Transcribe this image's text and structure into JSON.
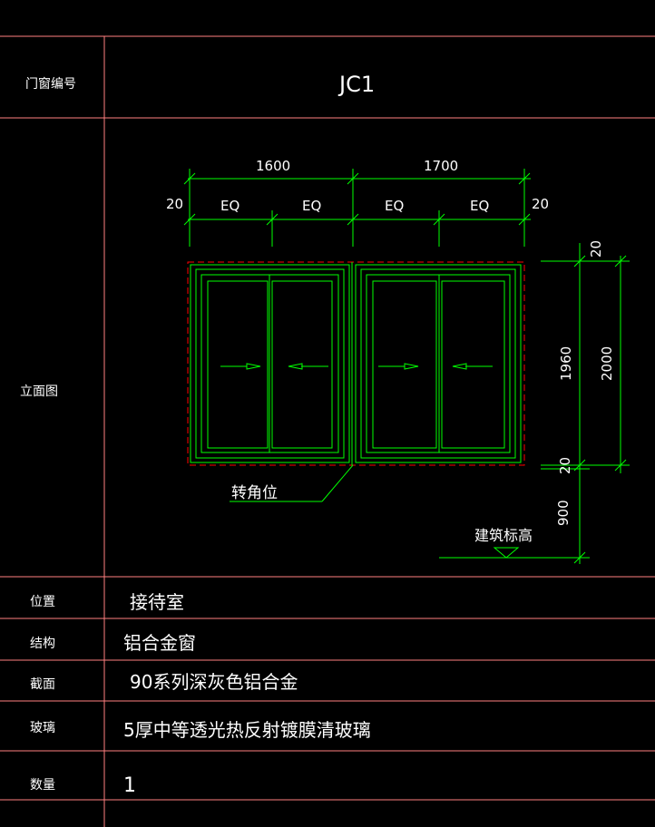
{
  "colors": {
    "background": "#000000",
    "table_lines": "#ff7f7f",
    "frame_lines": "#00ff00",
    "label_text": "#ffffff",
    "outline_dash": "#ff0000"
  },
  "table": {
    "door_window_no_label": "门窗编号",
    "door_window_no_value": "JC1",
    "elevation_label": "立面图",
    "location_label": "位置",
    "location_value": "接待室",
    "structure_label": "结构",
    "structure_value": "铝合金窗",
    "section_label": "截面",
    "section_value": "90系列深灰色铝合金",
    "glass_label": "玻璃",
    "glass_value": "5厚中等透光热反射镀膜清玻璃",
    "quantity_label": "数量",
    "quantity_value": "1"
  },
  "drawing": {
    "width_left": "1600",
    "width_right": "1700",
    "eq_labels": [
      "EQ",
      "EQ",
      "EQ",
      "EQ"
    ],
    "edge_left": "20",
    "edge_right": "20",
    "top_gap": "20",
    "sash_height": "1960",
    "total_height": "2000",
    "bottom_gap": "20",
    "sill_height": "900",
    "corner_note": "转角位",
    "datum_note": "建筑标高"
  }
}
